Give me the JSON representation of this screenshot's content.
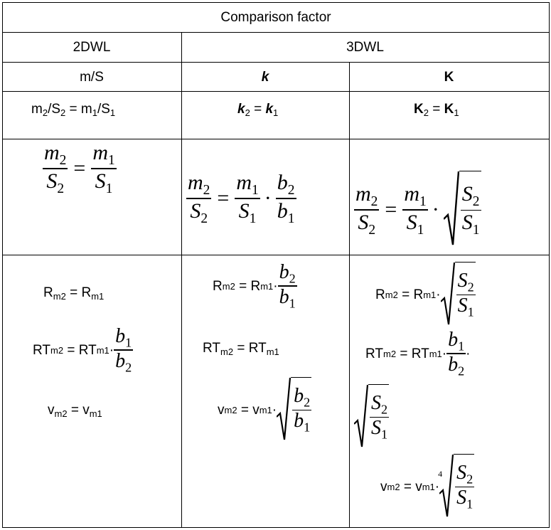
{
  "table": {
    "title": "Comparison factor",
    "group_2dwl": "2DWL",
    "group_3dwl": "3DWL",
    "col_ms": "m/S",
    "col_k_italic": "k",
    "col_K": "K",
    "row_rule": {
      "ms": {
        "lhs": "m",
        "lhs_sub": "2",
        "mid": "/S",
        "mid_sub": "2",
        "eq": " = m",
        "rhs_sub": "1",
        "rhs_end": "/S",
        "rhs_end_sub": "1"
      },
      "k": {
        "a": "k",
        "a_sub": "2",
        "eq": " = ",
        "b": "k",
        "b_sub": "1"
      },
      "K": {
        "a": "K",
        "a_sub": "2",
        "eq": " = ",
        "b": "K",
        "b_sub": "1"
      }
    },
    "formula_symbols": {
      "m": "m",
      "S": "S",
      "b": "b",
      "eq": "=",
      "dot": "·",
      "sub1": "1",
      "sub2": "2",
      "root4": "4"
    },
    "results_2dwl": [
      {
        "a": "R",
        "a_sub": "m2",
        "eq": " = ",
        "b": "R",
        "b_sub": "m1"
      },
      {
        "a": "RT",
        "a_sub": "m2",
        "eq": " = ",
        "b": "RT",
        "b_sub": "m1",
        "tail": "·"
      },
      {
        "a": "v",
        "a_sub": "m2",
        "eq": " = ",
        "b": "v",
        "b_sub": "m1"
      }
    ],
    "results_k": [
      {
        "a": "R",
        "a_sub": "m2",
        "eq": " = ",
        "b": "R",
        "b_sub": "m1",
        "tail": "·"
      },
      {
        "a": "RT",
        "a_sub": "m2",
        "eq": " = ",
        "b": "RT",
        "b_sub": "m1"
      },
      {
        "a": "v",
        "a_sub": "m2",
        "eq": " = ",
        "b": "v",
        "b_sub": "m1",
        "tail": "·"
      }
    ],
    "results_K": [
      {
        "a": "R",
        "a_sub": "m2",
        "eq": " = ",
        "b": "R",
        "b_sub": "m1",
        "tail": "·"
      },
      {
        "a": "RT",
        "a_sub": "m2",
        "eq": " = ",
        "b": "RT",
        "b_sub": "m1",
        "tail": "·",
        "tail2": "·"
      },
      {
        "a": "v",
        "a_sub": "m2",
        "eq": " = ",
        "b": "v",
        "b_sub": "m1",
        "tail": "·"
      }
    ]
  }
}
